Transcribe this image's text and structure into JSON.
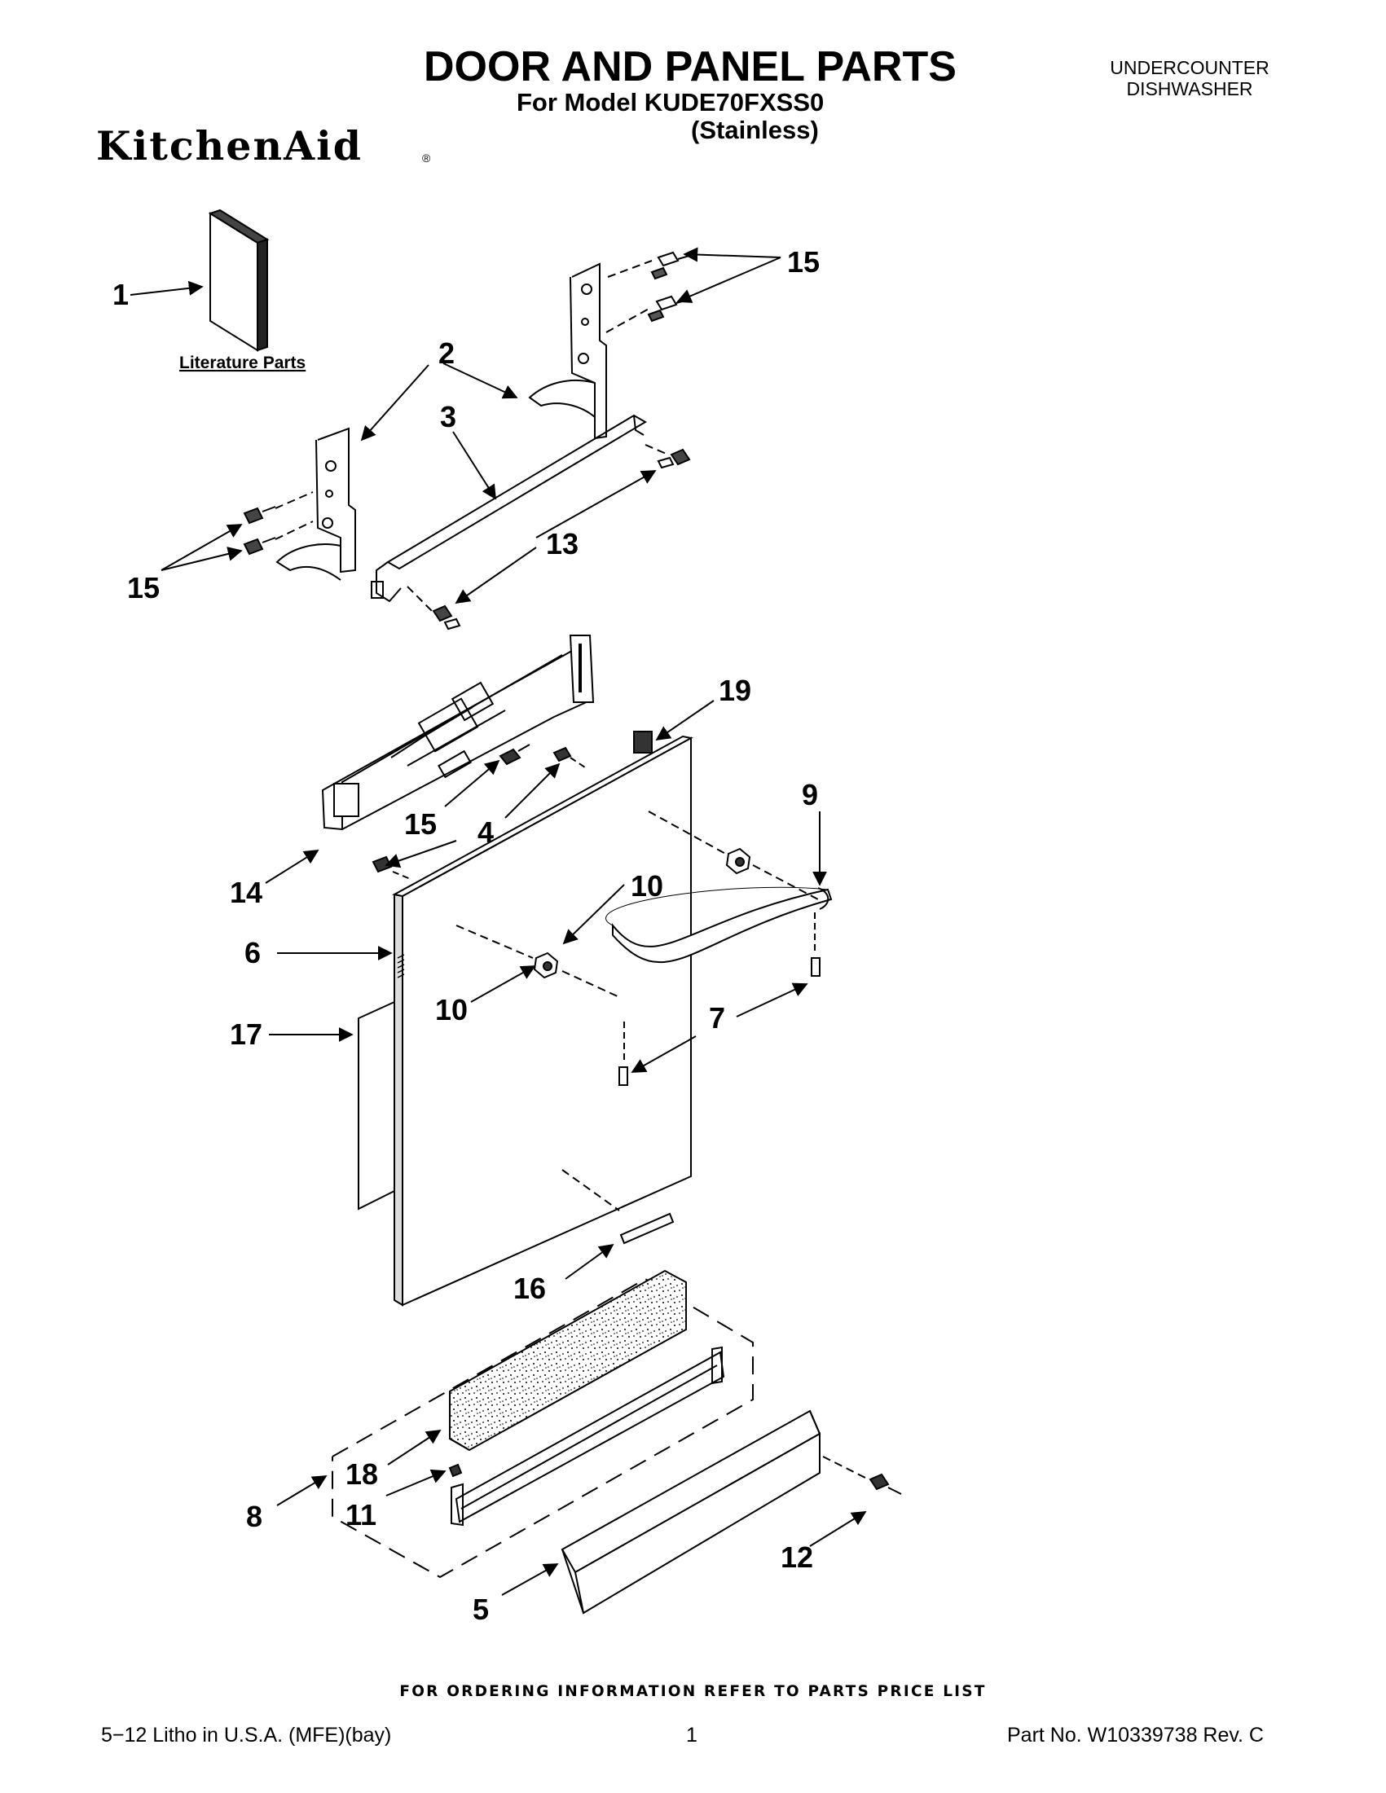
{
  "header": {
    "title": "DOOR AND PANEL PARTS",
    "subtitle_model": "For Model KUDE70FXSS0",
    "subtitle_finish": "(Stainless)",
    "category_line1": "UNDERCOUNTER",
    "category_line2": "DISHWASHER",
    "brand": "KitchenAid",
    "brand_mark": "®"
  },
  "diagram": {
    "literature_label": "Literature Parts",
    "callouts": [
      {
        "id": "c1",
        "label": "1"
      },
      {
        "id": "c2",
        "label": "2"
      },
      {
        "id": "c3",
        "label": "3"
      },
      {
        "id": "c13",
        "label": "13"
      },
      {
        "id": "c15a",
        "label": "15"
      },
      {
        "id": "c15b",
        "label": "15"
      },
      {
        "id": "c19",
        "label": "19"
      },
      {
        "id": "c9",
        "label": "9"
      },
      {
        "id": "c15c",
        "label": "15"
      },
      {
        "id": "c4",
        "label": "4"
      },
      {
        "id": "c14",
        "label": "14"
      },
      {
        "id": "c10a",
        "label": "10"
      },
      {
        "id": "c6",
        "label": "6"
      },
      {
        "id": "c10b",
        "label": "10"
      },
      {
        "id": "c7",
        "label": "7"
      },
      {
        "id": "c17",
        "label": "17"
      },
      {
        "id": "c16",
        "label": "16"
      },
      {
        "id": "c18",
        "label": "18"
      },
      {
        "id": "c8",
        "label": "8"
      },
      {
        "id": "c11",
        "label": "11"
      },
      {
        "id": "c12",
        "label": "12"
      },
      {
        "id": "c5",
        "label": "5"
      }
    ]
  },
  "footer": {
    "ordering_note": "FOR ORDERING INFORMATION REFER TO PARTS PRICE LIST",
    "litho": "5−12 Litho in U.S.A. (MFE)(bay)",
    "page": "1",
    "part_no": "Part No. W10339738 Rev. C"
  }
}
